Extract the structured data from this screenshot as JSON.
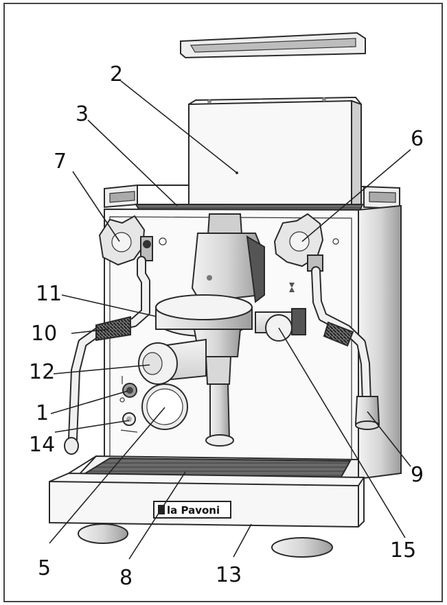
{
  "diagram": {
    "brand_label": "la Pavoni",
    "callouts": [
      "1",
      "2",
      "3",
      "5",
      "6",
      "7",
      "8",
      "9",
      "10",
      "11",
      "12",
      "13",
      "14",
      "15"
    ]
  },
  "colors": {
    "frame": "#444444",
    "body_fill": "#f7f7f7",
    "panel_shade": "#dcdcdc",
    "drip_tray_grate": "#555555",
    "knob_fill": "#e6e6e6"
  }
}
